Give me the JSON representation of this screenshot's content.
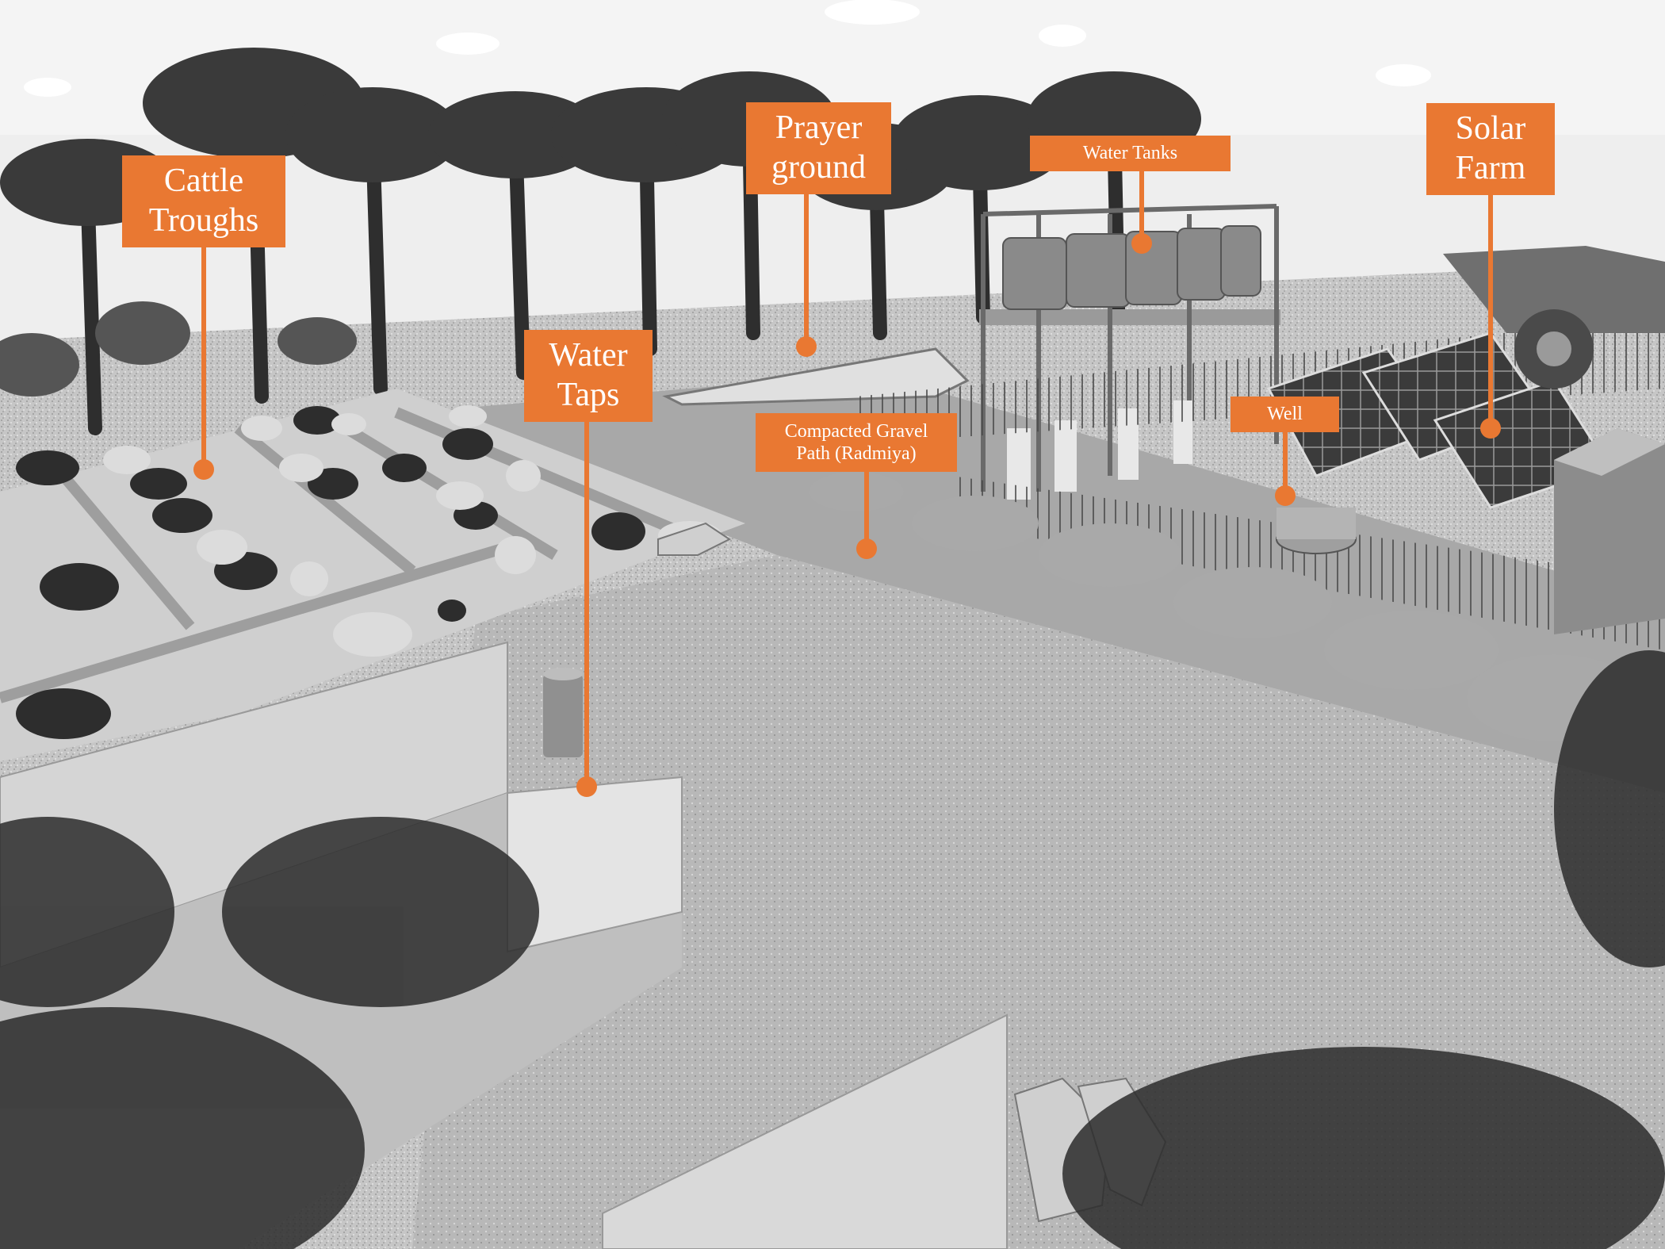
{
  "labels": {
    "cattle_troughs": "Cattle\nTroughs",
    "prayer_ground": "Prayer\nground",
    "water_tanks": "Water Tanks",
    "solar_farm": "Solar\nFarm",
    "water_taps": "Water\nTaps",
    "gravel_path": "Compacted Gravel\nPath (Radmiya)",
    "well": "Well"
  },
  "colors": {
    "accent": "#e97832",
    "sky": "#f2f2f2",
    "ground": "#bdbdbd",
    "shadow": "#3a3a3a"
  }
}
